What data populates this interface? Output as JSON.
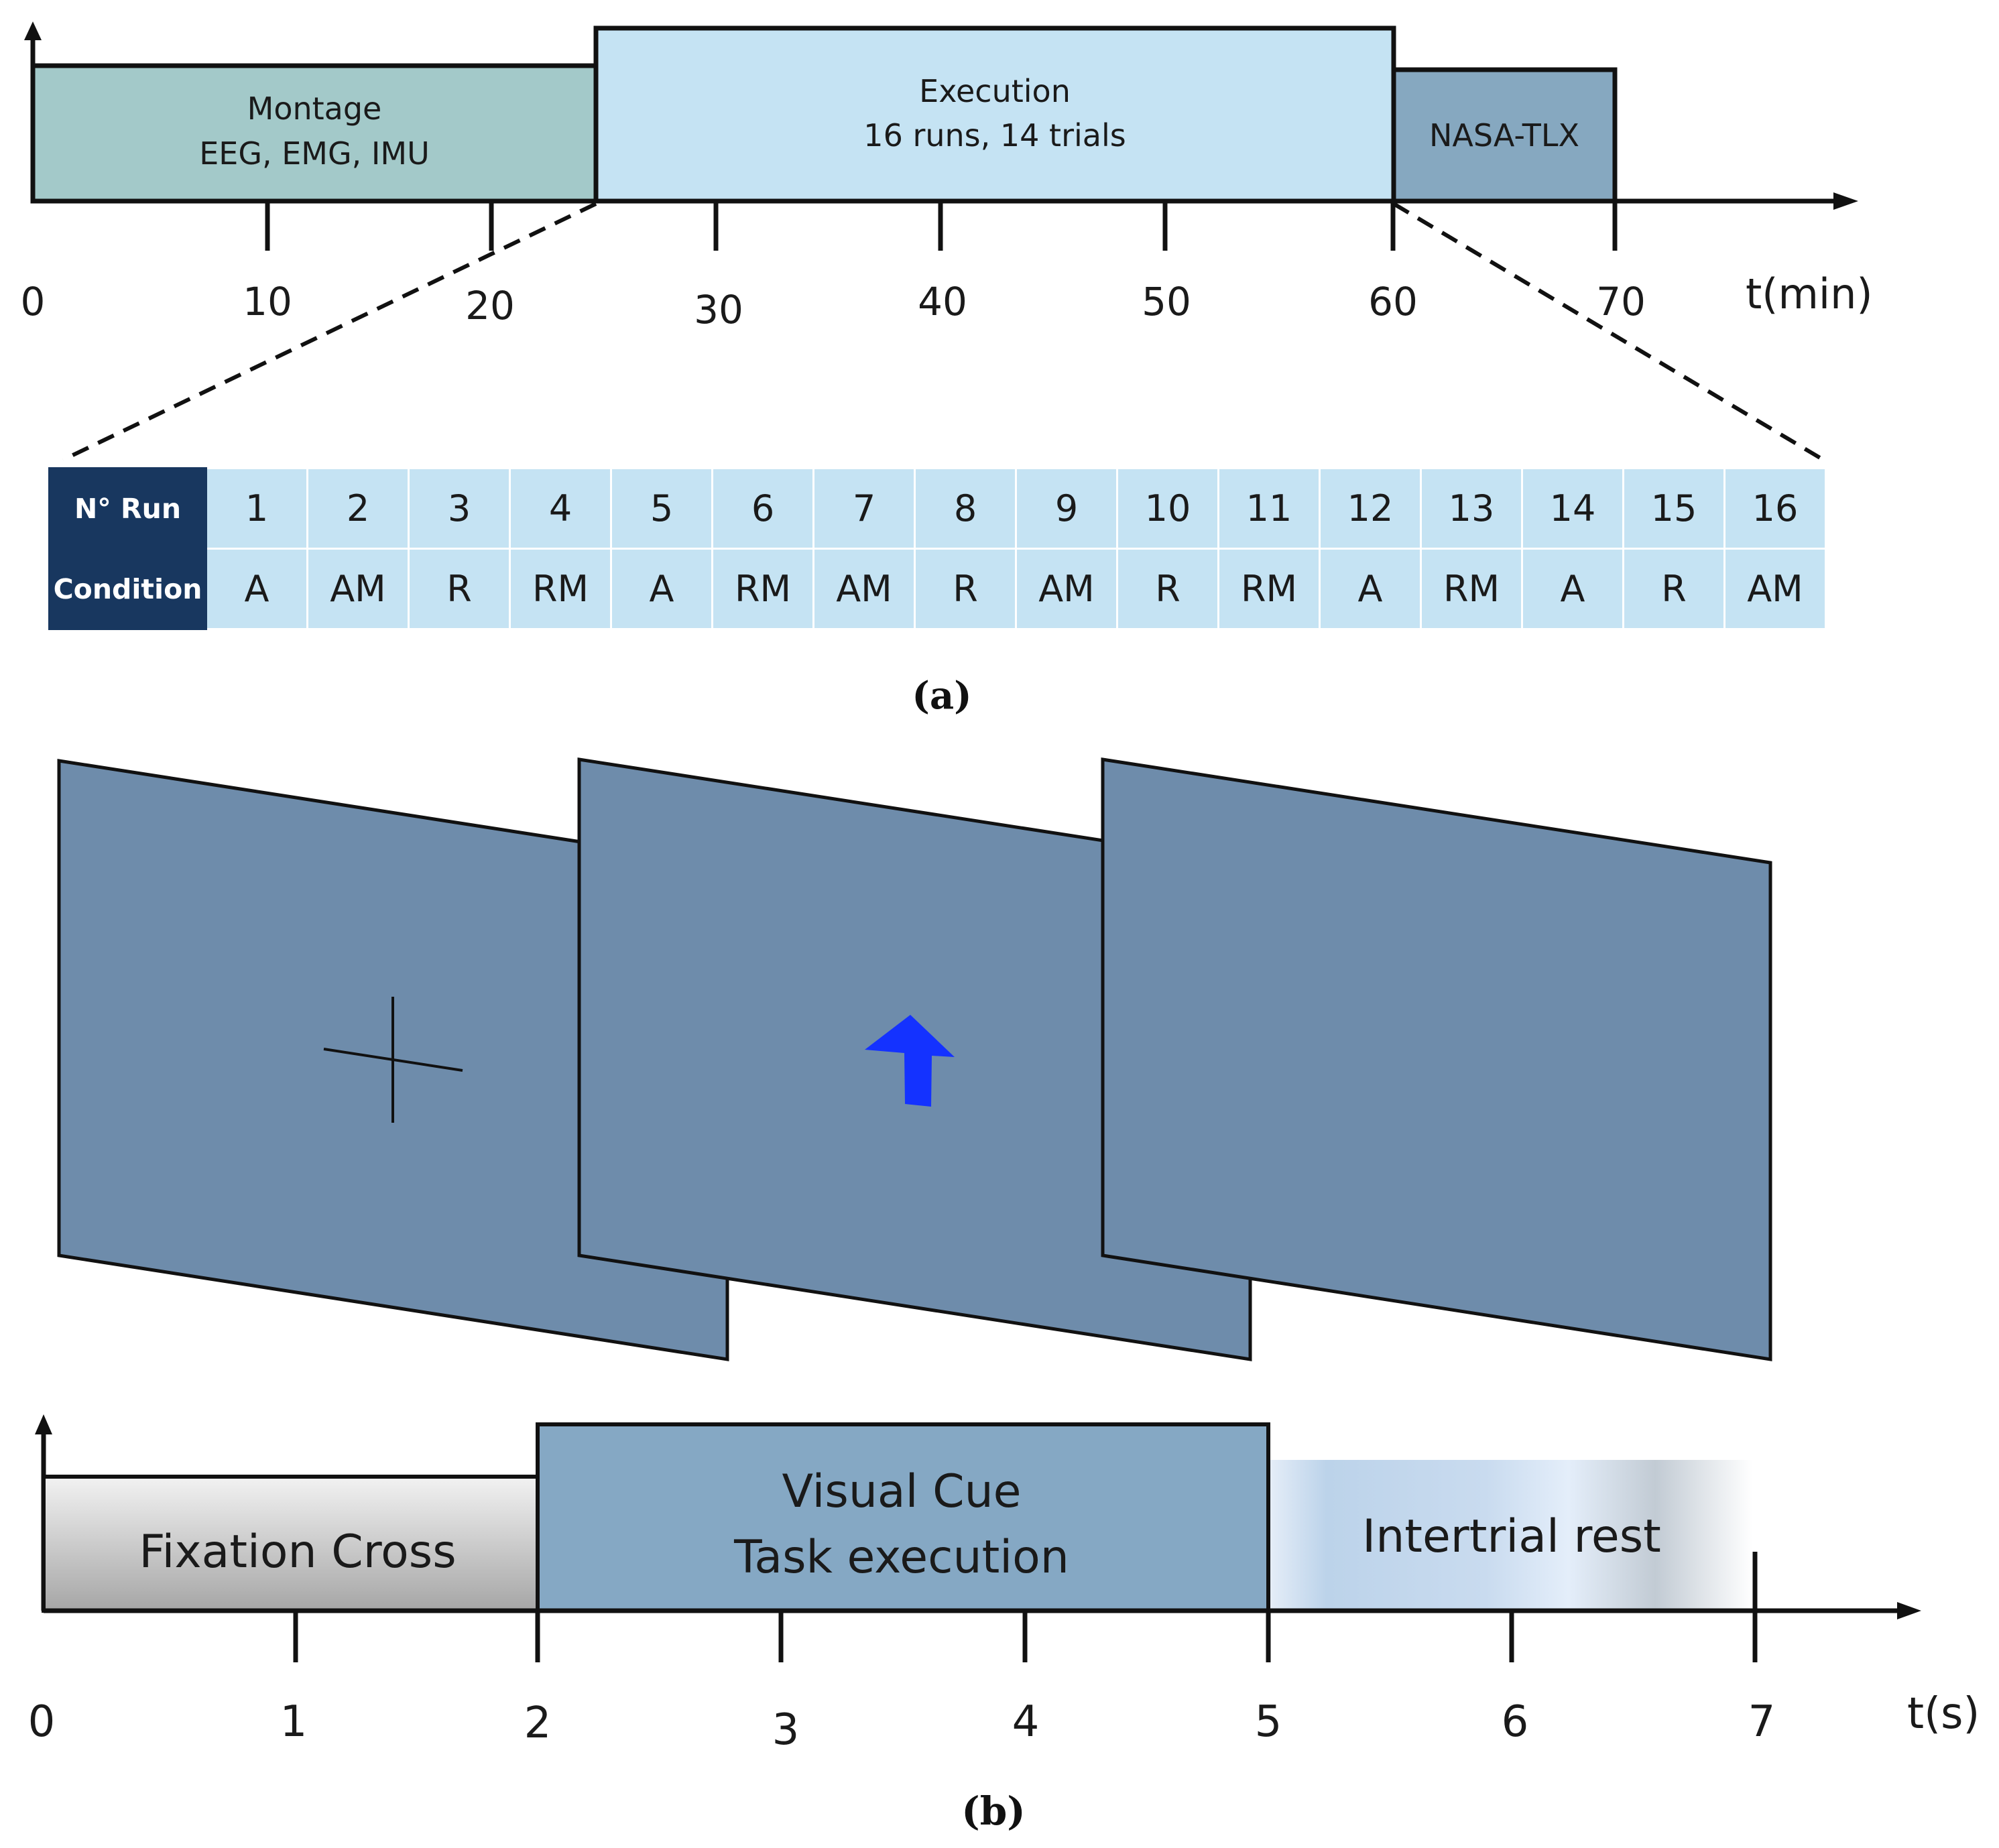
{
  "panel_a": {
    "phases": [
      {
        "line1": "Montage",
        "line2": "EEG, EMG, IMU",
        "start": 0,
        "end": 25,
        "color": "#a3c9c9"
      },
      {
        "line1": "Execution",
        "line2": "16 runs, 14 trials",
        "start": 25,
        "end": 60,
        "color": "#c5e3f3"
      },
      {
        "line1": "NASA-TLX",
        "line2": "",
        "start": 60,
        "end": 70,
        "color": "#86a8c0"
      }
    ],
    "axis_ticks": [
      "0",
      "10",
      "20",
      "30",
      "40",
      "50",
      "60",
      "70"
    ],
    "axis_unit": "t(min)",
    "table": {
      "row1_label": "N° Run",
      "row2_label": "Condition",
      "runs": [
        "1",
        "2",
        "3",
        "4",
        "5",
        "6",
        "7",
        "8",
        "9",
        "10",
        "11",
        "12",
        "13",
        "14",
        "15",
        "16"
      ],
      "conditions": [
        "A",
        "AM",
        "R",
        "RM",
        "A",
        "RM",
        "AM",
        "R",
        "AM",
        "R",
        "RM",
        "A",
        "RM",
        "A",
        "R",
        "AM"
      ]
    },
    "caption": "(a)"
  },
  "panel_b": {
    "screens": [
      "fixation-cross",
      "arrow-up-cue",
      "blank"
    ],
    "screen_color": "#6e8cab",
    "cue_color": "#1432ff",
    "phases": [
      {
        "line1": "Fixation Cross",
        "line2": "",
        "start": 0,
        "end": 2
      },
      {
        "line1": "Visual Cue",
        "line2": "Task execution",
        "start": 2,
        "end": 5
      },
      {
        "line1": "Intertrial rest",
        "line2": "",
        "start": 5,
        "end": 7
      }
    ],
    "axis_ticks": [
      "0",
      "1",
      "2",
      "3",
      "4",
      "5",
      "6",
      "7"
    ],
    "axis_unit": "t(s)",
    "caption": "(b)"
  }
}
